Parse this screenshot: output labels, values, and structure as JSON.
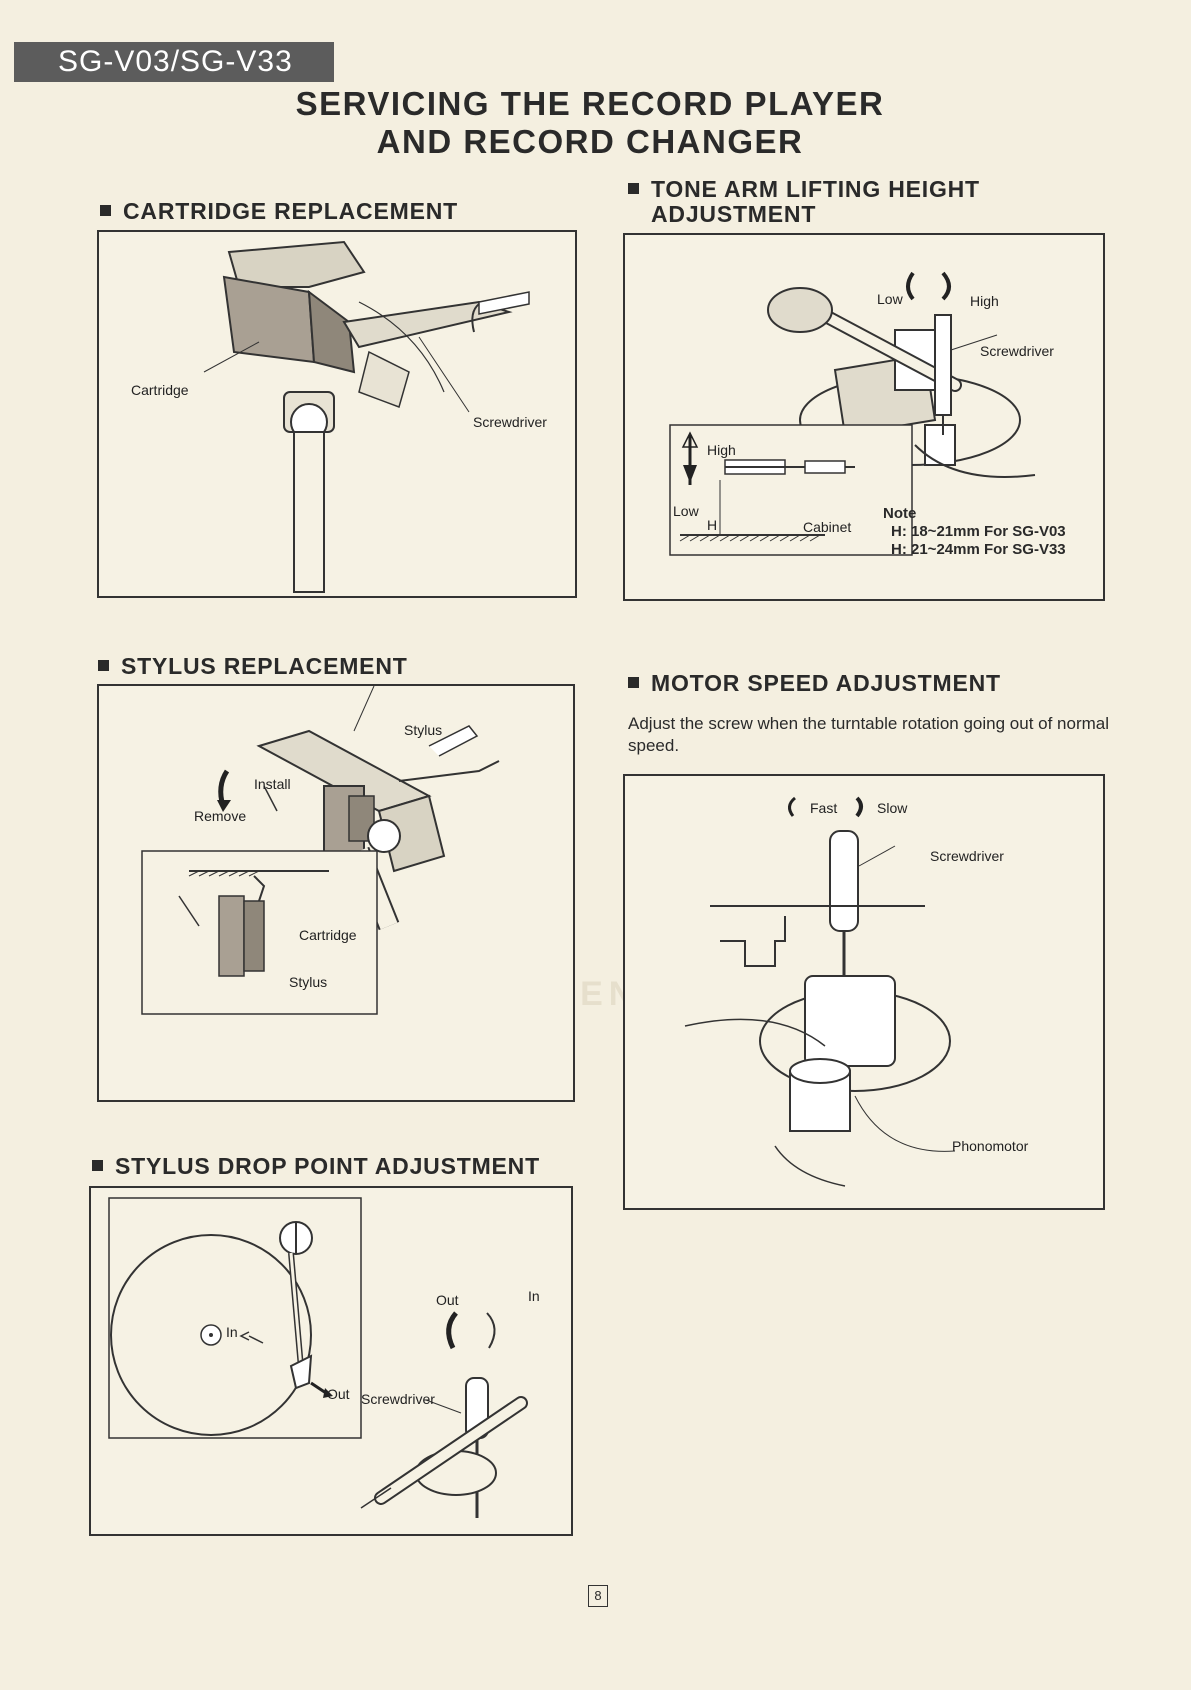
{
  "header": {
    "model": "SG-V03/SG-V33"
  },
  "page_title": {
    "line1": "SERVICING THE RECORD PLAYER",
    "line2": "AND RECORD CHANGER"
  },
  "sections": {
    "cartridge": {
      "heading": "CARTRIDGE REPLACEMENT",
      "labels": {
        "cartridge": "Cartridge",
        "screwdriver": "Screwdriver"
      }
    },
    "tone_arm": {
      "heading_line1": "TONE ARM LIFTING HEIGHT",
      "heading_line2": "ADJUSTMENT",
      "labels": {
        "low": "Low",
        "high": "High",
        "screwdriver": "Screwdriver",
        "inset_high": "High",
        "inset_low": "Low",
        "inset_h": "H",
        "cabinet": "Cabinet"
      },
      "note": {
        "title": "Note",
        "line1": "H: 18~21mm For SG-V03",
        "line2": "H: 21~24mm For SG-V33"
      }
    },
    "stylus": {
      "heading": "STYLUS REPLACEMENT",
      "labels": {
        "stylus_top": "Stylus",
        "install": "Install",
        "remove": "Remove",
        "cartridge": "Cartridge",
        "stylus_bottom": "Stylus"
      }
    },
    "motor": {
      "heading": "MOTOR SPEED ADJUSTMENT",
      "description": "Adjust the screw when the turntable rotation going out of normal speed.",
      "labels": {
        "fast": "Fast",
        "slow": "Slow",
        "screwdriver": "Screwdriver",
        "phonomotor": "Phonomotor"
      }
    },
    "drop_point": {
      "heading": "STYLUS DROP POINT ADJUSTMENT",
      "labels": {
        "in_left": "In",
        "out_bottom": "Out",
        "out_top": "Out",
        "in_top": "In",
        "screwdriver": "Screwdriver"
      }
    }
  },
  "footer": {
    "page_number": "8"
  }
}
